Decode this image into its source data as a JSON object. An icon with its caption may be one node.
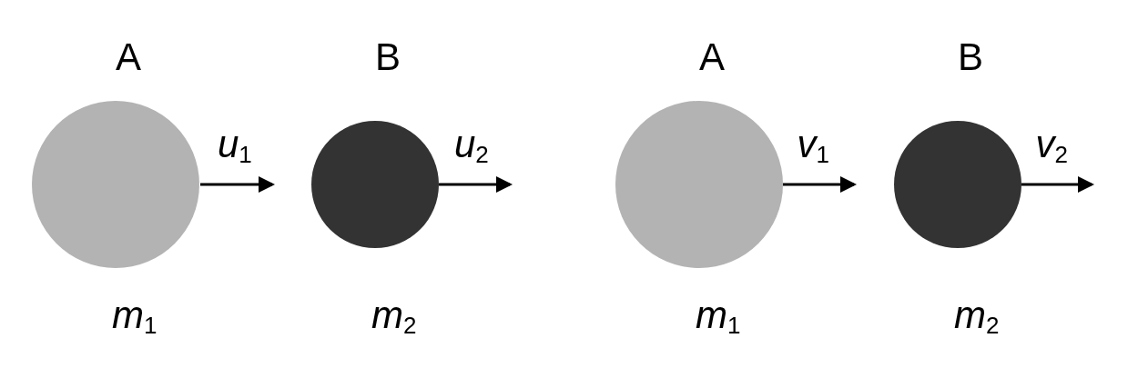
{
  "diagram": {
    "nodes": [
      {
        "text": [
          "A",
          "*m*$_{1}$"
        ]
      },
      {
        "text": [
          "B",
          "*m*$_{2}$"
        ]
      },
      {
        "text": [
          "A",
          "*m*$_{1}$"
        ]
      },
      {
        "text": [
          "B",
          "*m*$_{2}$"
        ]
      }
    ],
    "labels": [
      "*u*$_{1}$",
      "*u*$_{2}$",
      "*v*$_{1}$",
      "*v*$_{2}$"
    ]
  }
}
